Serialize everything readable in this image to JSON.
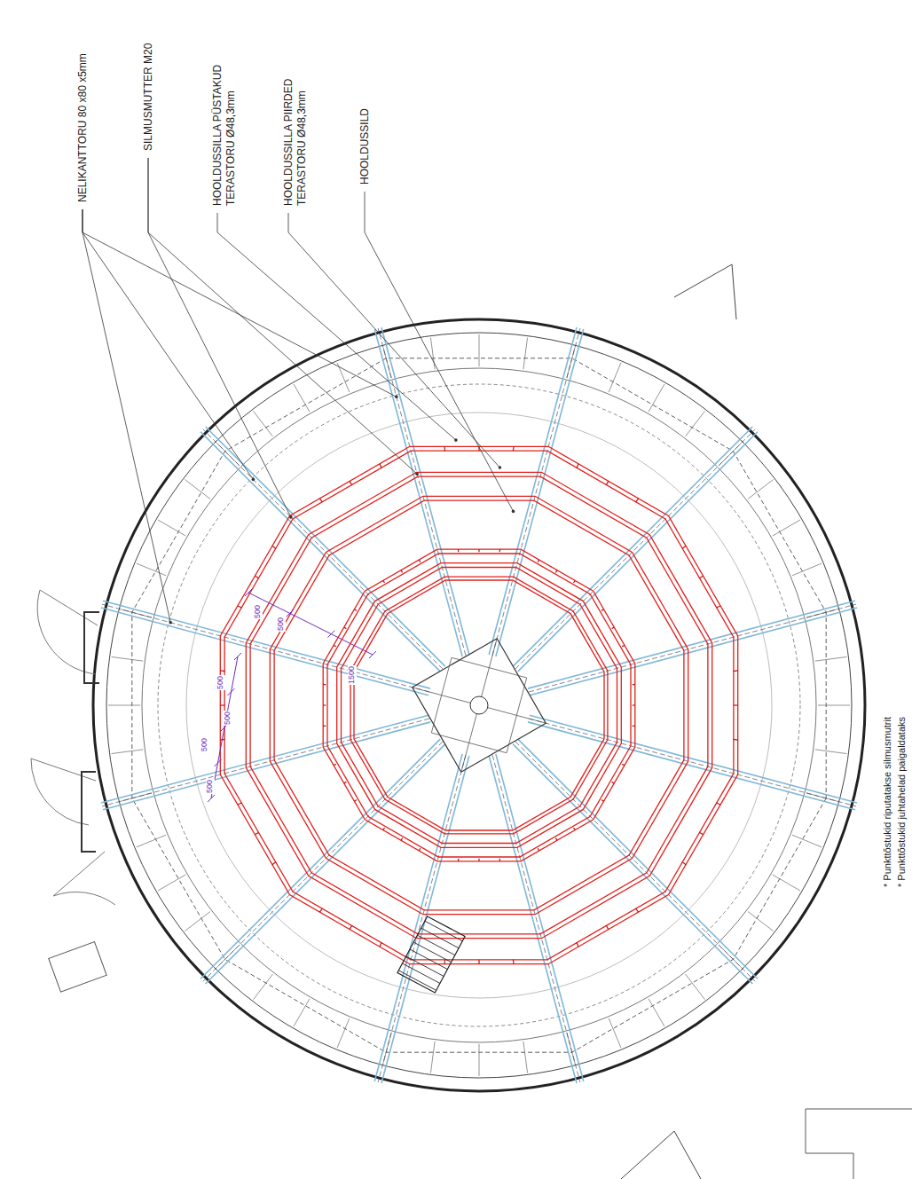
{
  "diagram": {
    "labels": [
      "NELIKANTTORU 80 x80 x5mm",
      "SILMUSMUTTER M20",
      "HOOLDUSSILLA PÜSTAKUD TERASTORU Ø48,3mm",
      "HOOLDUSSILLA PIIRDED TERASTORU Ø48,3mm",
      "HOOLDUSSILD",
      "500",
      "500",
      "1500",
      "500",
      "500",
      "500",
      "500",
      "* Punkttõstukid riputatakse silmusmutrit",
      "* Punkttõstukid juhtahelad paigaldataks"
    ]
  }
}
